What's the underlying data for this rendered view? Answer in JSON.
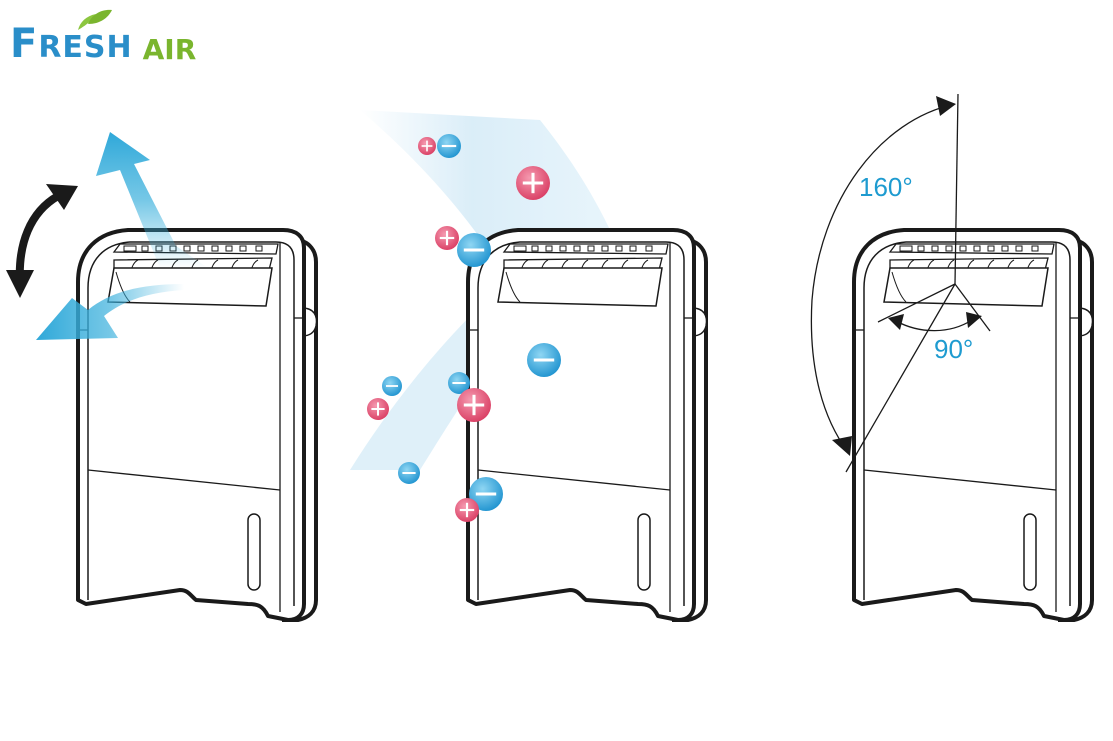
{
  "logo": {
    "fresh": "FRESH",
    "fresh_first": "F",
    "fresh_rest": "RESH",
    "air": "AIR",
    "colors": {
      "fresh": "#2a8ec9",
      "air": "#7ab52e",
      "leaf": "#8cc63f"
    }
  },
  "panels": [
    {
      "id": "airflow-swing",
      "description": "Air purifier with up/down swing airflow arrows"
    },
    {
      "id": "ion-generation",
      "description": "Air purifier emitting positive and negative ions"
    },
    {
      "id": "louver-angles",
      "description": "Louver swing angle diagram"
    }
  ],
  "angles": {
    "vertical": "160°",
    "horizontal": "90°"
  },
  "ions": {
    "positive_symbol": "+",
    "negative_symbol": "−",
    "colors": {
      "positive": "#e0506f",
      "negative": "#2ea6dc"
    }
  },
  "colors": {
    "airflow": "#3bb0dc",
    "outline": "#1a1a1a",
    "accent_text": "#1e9bd0"
  }
}
